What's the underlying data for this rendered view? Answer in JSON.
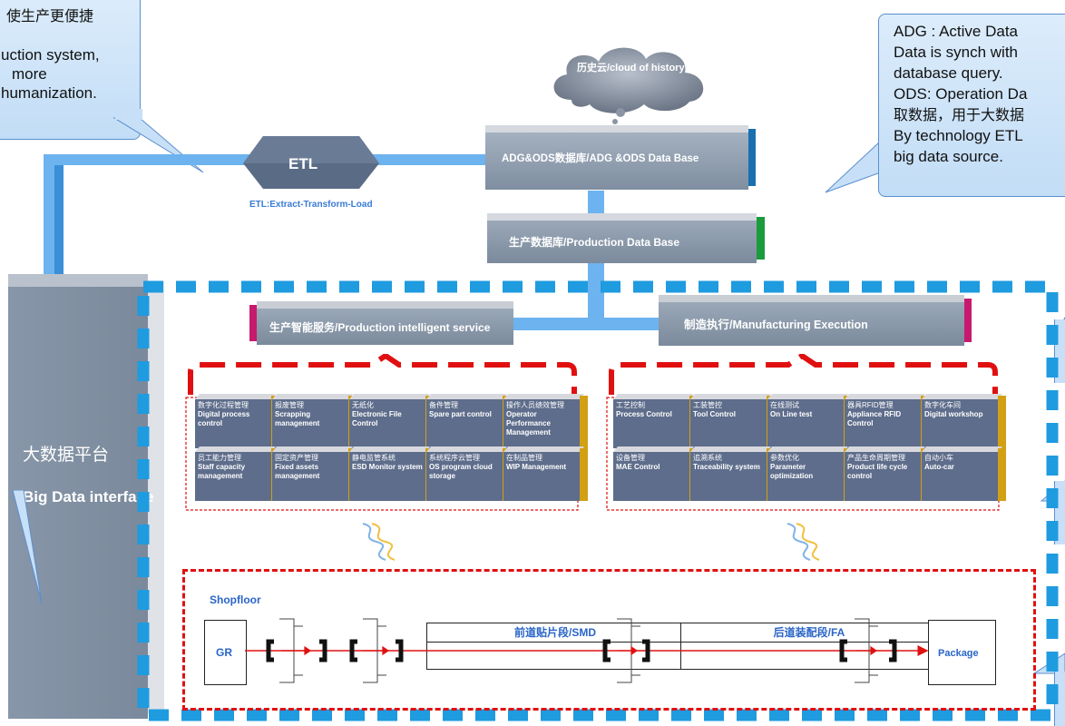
{
  "callout_top_left": {
    "line1": "使生产更便捷",
    "line2": "uction system,",
    "line3": "more",
    "line4": "humanization."
  },
  "callout_top_right": {
    "line1": "ADG : Active Data",
    "line2": "Data is synch with",
    "line3": "database query.",
    "line4": "ODS: Operation Da",
    "line5": "取数据，用于大数据",
    "line6": "By technology ETL",
    "line7": "big data source."
  },
  "cloud": {
    "label": "历史云/cloud of history data"
  },
  "etl": {
    "label": "ETL",
    "caption": "ETL:Extract-Transform-Load"
  },
  "adg_db": {
    "label": "ADG&ODS数据库/ADG &ODS Data Base"
  },
  "prod_db": {
    "label": "生产数据库/Production Data Base"
  },
  "big_data": {
    "cn": "大数据平台",
    "en": "Big Data interface"
  },
  "pis": {
    "label": "生产智能服务/Production intelligent service"
  },
  "mes": {
    "label": "制造执行/Manufacturing Execution"
  },
  "left_modules": [
    {
      "cn": "数字化过程管理",
      "en": "Digital process control"
    },
    {
      "cn": "报废管理",
      "en": "Scrapping management"
    },
    {
      "cn": "无纸化",
      "en": "Electronic File Control"
    },
    {
      "cn": "备件管理",
      "en": "Spare part control"
    },
    {
      "cn": "操作人员绩效管理",
      "en": "Operator Performance Management"
    },
    {
      "cn": "员工能力管理",
      "en": "Staff capacity management"
    },
    {
      "cn": "固定资产管理",
      "en": "Fixed assets management"
    },
    {
      "cn": "静电监管系统",
      "en": "ESD Monitor system"
    },
    {
      "cn": "系统程序云管理",
      "en": "OS program cloud storage"
    },
    {
      "cn": "在制品管理",
      "en": "WIP Management"
    }
  ],
  "right_modules": [
    {
      "cn": "工艺控制",
      "en": "Process Control"
    },
    {
      "cn": "工装管控",
      "en": "Tool Control"
    },
    {
      "cn": "在线测试",
      "en": "On Line test"
    },
    {
      "cn": "器具RFID管理",
      "en": "Appliance RFID Control"
    },
    {
      "cn": "数字化车间",
      "en": "Digital workshop"
    },
    {
      "cn": "设备管理",
      "en": "MAE Control"
    },
    {
      "cn": "追溯系统",
      "en": "Traceability system"
    },
    {
      "cn": "参数优化",
      "en": "Parameter optimization"
    },
    {
      "cn": "产品生命周期管理",
      "en": "Product life cycle control"
    },
    {
      "cn": "自动小车",
      "en": "Auto-car"
    }
  ],
  "shopfloor": {
    "title": "Shopfloor",
    "gr": "GR",
    "smd": "前道贴片段/SMD",
    "fa": "后道装配段/FA",
    "package": "Package"
  },
  "colors": {
    "pipe": "#6db3ef",
    "dash_blue": "#1f9be0",
    "dash_red": "#e01010",
    "module": "#5e6d8b",
    "module_side": "#d2a013"
  }
}
